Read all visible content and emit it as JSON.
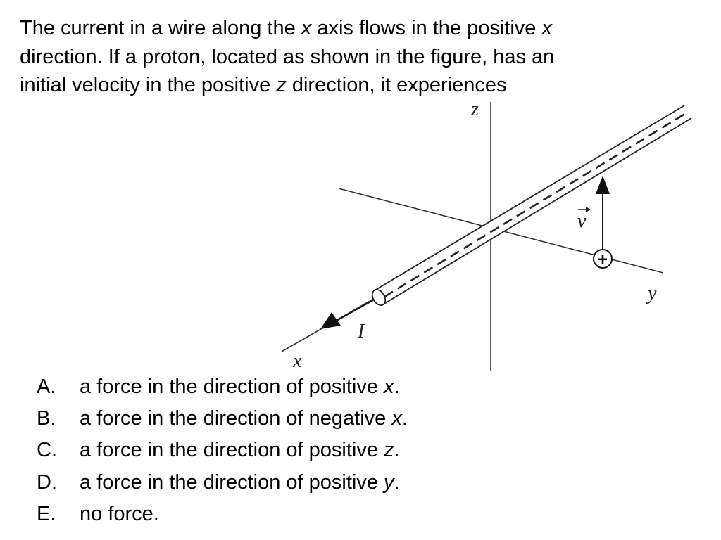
{
  "question": {
    "line1": {
      "a": "The current in a wire along the ",
      "b": "x",
      "c": " axis flows in the positive ",
      "d": "x"
    },
    "line2": "direction.  If a proton, located as shown in the figure, has an",
    "line3": {
      "a": "initial velocity in the positive ",
      "b": "z",
      "c": " direction, it experiences"
    }
  },
  "figure": {
    "labels": {
      "z_axis": "z",
      "y_axis": "y",
      "x_axis": "x",
      "current": "I",
      "velocity": "v",
      "proton_charge": "+"
    }
  },
  "answers": [
    {
      "letter": "A.",
      "text": "a force in the direction of positive ",
      "var": "x",
      "end": "."
    },
    {
      "letter": "B.",
      "text": "a force in the direction of negative ",
      "var": "x",
      "end": "."
    },
    {
      "letter": "C.",
      "text": "a force in the direction of positive ",
      "var": "z",
      "end": "."
    },
    {
      "letter": "D.",
      "text": "a force in the direction of positive ",
      "var": "y",
      "end": "."
    },
    {
      "letter": "E.",
      "text": "no force.",
      "var": "",
      "end": ""
    }
  ]
}
